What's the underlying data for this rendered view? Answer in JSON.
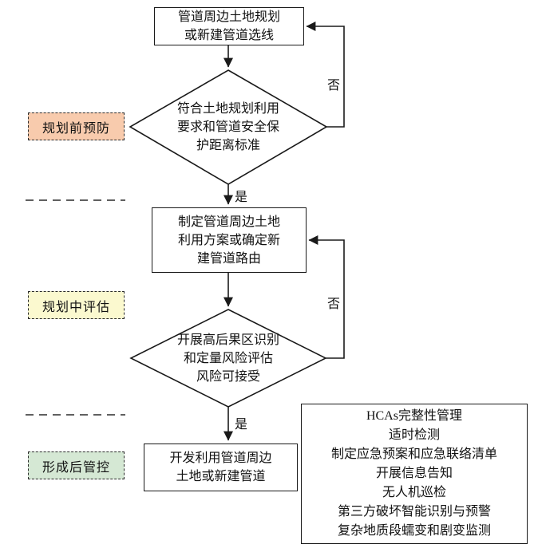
{
  "diagram": {
    "nodes": {
      "start": "管道周边土地规划\n或新建管道选线",
      "decision_compliance": "符合土地规划利用\n要求和管道安全保\n护距离标准",
      "plan": "制定管道周边土地\n利用方案或确定新\n建管道路由",
      "decision_risk": "开展高后果区识别\n和定量风险评估\n风险可接受",
      "develop": "开发利用管道周边\n土地或新建管道"
    },
    "edge_labels": {
      "yes1": "是",
      "no1": "否",
      "yes2": "是",
      "no2": "否"
    },
    "stages": [
      {
        "label": "规划前预防",
        "color": "#f8cbad"
      },
      {
        "label": "规划中评估",
        "color": "#fbf9cf"
      },
      {
        "label": "形成后管控",
        "color": "#d5e8d4"
      }
    ],
    "measures": [
      "HCAs完整性管理",
      "适时检测",
      "制定应急预案和应急联络清单",
      "开展信息告知",
      "无人机巡检",
      "第三方破坏智能识别与预警",
      "复杂地质段蠕变和剧变监测"
    ]
  }
}
